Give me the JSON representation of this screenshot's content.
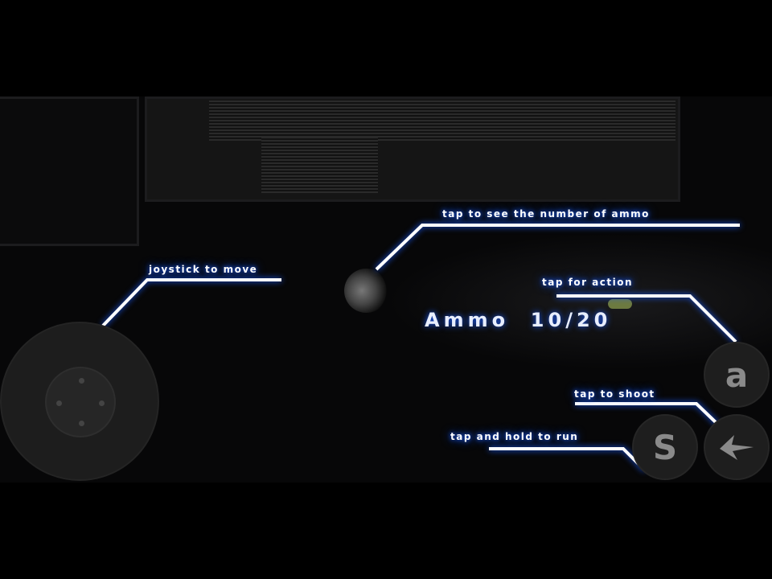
{
  "hud": {
    "ammo_label": "Ammo",
    "ammo_value": "10/20"
  },
  "callouts": {
    "joystick": "Joystick to move",
    "ammo": "Tap to see the number of ammo",
    "action": "Tap for action",
    "shoot": "Tap to Shoot",
    "run": "Tap and Hold to run"
  },
  "buttons": {
    "action": "a",
    "run": "S",
    "shoot_icon": "arrow-left-icon"
  },
  "colors": {
    "glow": "#1a5cff",
    "button": "#1e1e1e"
  }
}
